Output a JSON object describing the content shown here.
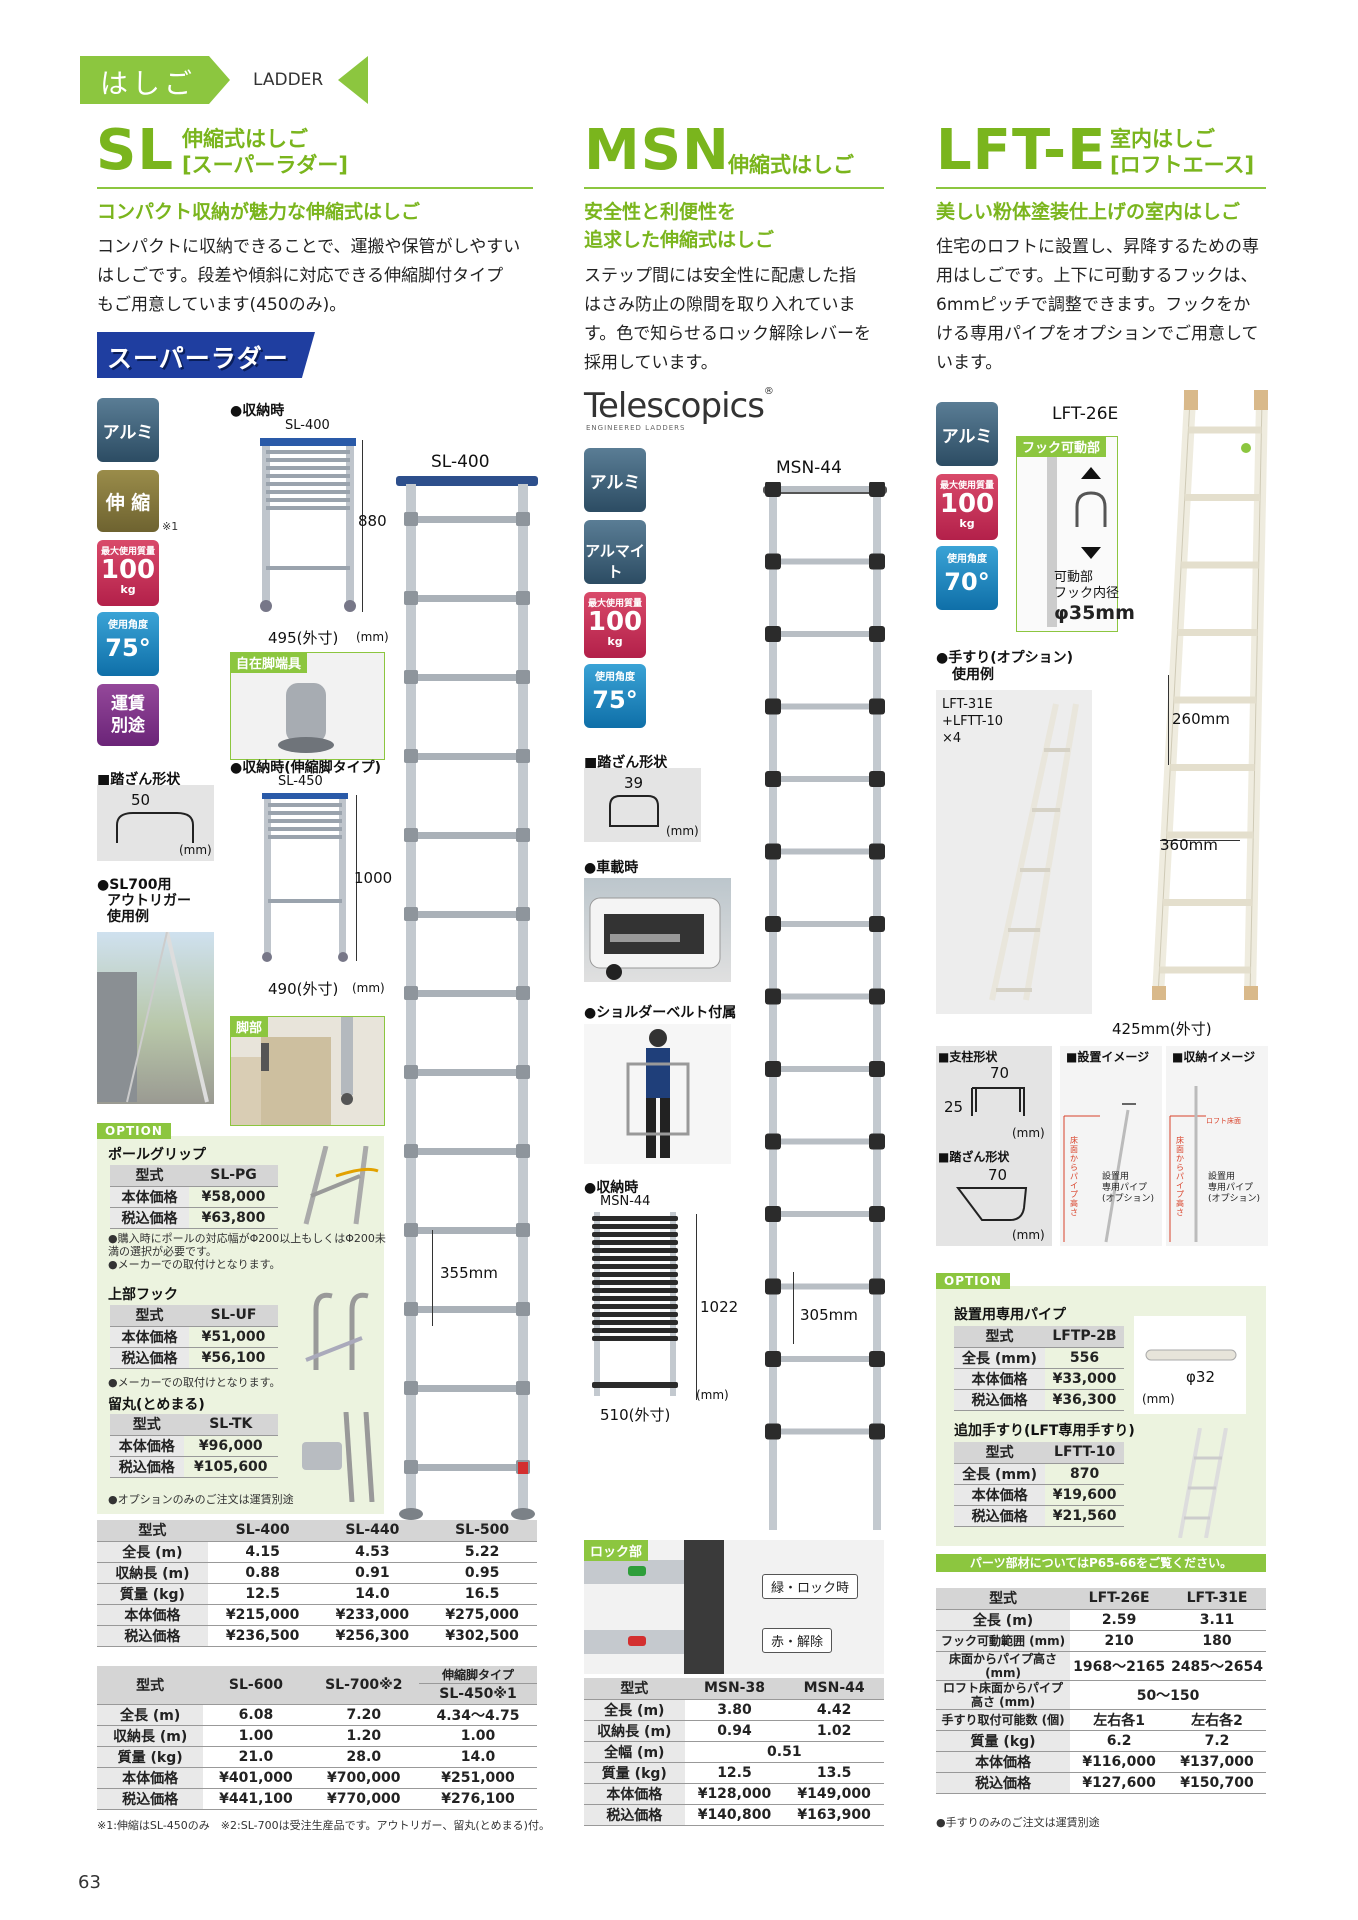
{
  "header": {
    "tab": "はしご",
    "en": "LADDER"
  },
  "sl": {
    "code": "SL",
    "sub1": "伸縮式はしご",
    "sub2": "[スーパーラダー]",
    "tagline": "コンパクト収納が魅力な伸縮式はしご",
    "body": [
      "コンパクトに収納できることで、運搬や保管がしやすい",
      "はしごです。段差や傾斜に対応できる伸縮脚付タイプ",
      "もご用意しています(450のみ)。"
    ],
    "logo": "スーパーラダー",
    "badges": {
      "alu": "アルミ",
      "telescope": "伸 縮",
      "note1": "※1",
      "max_label": "最大使用質量",
      "max_val": "100",
      "max_unit": "kg",
      "angle_label": "使用角度",
      "angle_val": "75°",
      "freight1": "運賃",
      "freight2": "別途"
    },
    "stored_label": "●収納時",
    "stored_model": "SL-400",
    "stored_h": "880",
    "stored_w": "495(外寸)",
    "mm": "(mm)",
    "caster": "自在脚端具",
    "stored2_label": "●収納時(伸縮脚タイプ)",
    "stored2_model": "SL-450",
    "stored2_h": "1000",
    "stored2_w": "490(外寸)",
    "foot": "脚部",
    "step_label": "■踏ざん形状",
    "step_w": "50",
    "sl700_1": "●SL700用",
    "sl700_2": "アウトリガー",
    "sl700_3": "使用例",
    "main_model": "SL-400",
    "pitch": "355mm",
    "option": {
      "label": "OPTION",
      "pg": {
        "title": "ポールグリップ",
        "rows": [
          [
            "型式",
            "SL-PG"
          ],
          [
            "本体価格",
            "¥58,000"
          ],
          [
            "税込価格",
            "¥63,800"
          ]
        ],
        "notes": [
          "●購入時にポールの対応幅がΦ200以上もしくはΦ200未",
          "満の選択が必要です。",
          "●メーカーでの取付けとなります。"
        ]
      },
      "uf": {
        "title": "上部フック",
        "rows": [
          [
            "型式",
            "SL-UF"
          ],
          [
            "本体価格",
            "¥51,000"
          ],
          [
            "税込価格",
            "¥56,100"
          ]
        ],
        "notes": [
          "●メーカーでの取付けとなります。"
        ]
      },
      "tk": {
        "title": "留丸(とめまる)",
        "rows": [
          [
            "型式",
            "SL-TK"
          ],
          [
            "本体価格",
            "¥96,000"
          ],
          [
            "税込価格",
            "¥105,600"
          ]
        ],
        "notes": [
          "●オプションのみのご注文は運賃別途"
        ]
      }
    },
    "table1": {
      "head": [
        "型式",
        "SL-400",
        "SL-440",
        "SL-500"
      ],
      "rows": [
        [
          "全長 (m)",
          "4.15",
          "4.53",
          "5.22"
        ],
        [
          "収納長 (m)",
          "0.88",
          "0.91",
          "0.95"
        ],
        [
          "質量 (kg)",
          "12.5",
          "14.0",
          "16.5"
        ],
        [
          "本体価格",
          "¥215,000",
          "¥233,000",
          "¥275,000"
        ],
        [
          "税込価格",
          "¥236,500",
          "¥256,300",
          "¥302,500"
        ]
      ]
    },
    "table2": {
      "head": [
        "型式",
        "SL-600",
        "SL-700※2",
        "伸縮脚タイプ",
        "SL-450※1"
      ],
      "rows": [
        [
          "全長 (m)",
          "6.08",
          "7.20",
          "4.34〜4.75"
        ],
        [
          "収納長 (m)",
          "1.00",
          "1.20",
          "1.00"
        ],
        [
          "質量 (kg)",
          "21.0",
          "28.0",
          "14.0"
        ],
        [
          "本体価格",
          "¥401,000",
          "¥700,000",
          "¥251,000"
        ],
        [
          "税込価格",
          "¥441,100",
          "¥770,000",
          "¥276,100"
        ]
      ]
    },
    "footnote": "※1:伸縮はSL-450のみ　※2:SL-700は受注生産品です。アウトリガー、留丸(とめまる)付。"
  },
  "msn": {
    "code": "MSN",
    "sub1": "伸縮式はしご",
    "tagline1": "安全性と利便性を",
    "tagline2": "追求した伸縮式はしご",
    "body": [
      "ステップ間には安全性に配慮した指",
      "はさみ防止の隙間を取り入れていま",
      "す。色で知らせるロック解除レバーを",
      "採用しています。"
    ],
    "logo": "Telescopics",
    "logo_sub": "ENGINEERED LADDERS",
    "reg": "®",
    "badges": {
      "alu": "アルミ",
      "alumite": "アルマイト",
      "max_label": "最大使用質量",
      "max_val": "100",
      "max_unit": "kg",
      "angle_label": "使用角度",
      "angle_val": "75°"
    },
    "main_model": "MSN-44",
    "step_label": "■踏ざん形状",
    "step_w": "39",
    "mm": "(mm)",
    "car": "●車載時",
    "shoulder": "●ショルダーベルト付属",
    "stored_label": "●収納時",
    "stored_model": "MSN-44",
    "stored_h": "1022",
    "stored_w": "510(外寸)",
    "pitch": "305mm",
    "lock": {
      "label": "ロック部",
      "green": "緑・ロック時",
      "red": "赤・解除"
    },
    "table": {
      "head": [
        "型式",
        "MSN-38",
        "MSN-44"
      ],
      "rows": [
        [
          "全長 (m)",
          "3.80",
          "4.42"
        ],
        [
          "収納長 (m)",
          "0.94",
          "1.02"
        ],
        [
          "全幅 (m)",
          "0.51"
        ],
        [
          "質量 (kg)",
          "12.5",
          "13.5"
        ],
        [
          "本体価格",
          "¥128,000",
          "¥149,000"
        ],
        [
          "税込価格",
          "¥140,800",
          "¥163,900"
        ]
      ]
    }
  },
  "lft": {
    "code": "LFT-E",
    "sub1": "室内はしご",
    "sub2": "[ロフトエース]",
    "tagline": "美しい粉体塗装仕上げの室内はしご",
    "body": [
      "住宅のロフトに設置し、昇降するための専",
      "用はしごです。上下に可動するフックは、",
      "6mmピッチで調整できます。フックをか",
      "ける専用パイプをオプションでご用意して",
      "います。"
    ],
    "badges": {
      "alu": "アルミ",
      "max_label": "最大使用質量",
      "max_val": "100",
      "max_unit": "kg",
      "angle_label": "使用角度",
      "angle_val": "70°"
    },
    "main_model": "LFT-26E",
    "hook_label": "フック可動部",
    "hook_txt1": "可動部",
    "hook_txt2": "フック内径",
    "hook_dia": "φ35mm",
    "rail_label1": "●手すり(オプション)",
    "rail_label2": "使用例",
    "rail_model1": "LFT-31E",
    "rail_model2": "+LFTT-10",
    "rail_model3": "×4",
    "dim260": "260mm",
    "dim360": "360mm",
    "dim425": "425mm(外寸)",
    "post_label": "■支柱形状",
    "post_w": "70",
    "post_h": "25",
    "step_label": "■踏ざん形状",
    "step_w": "70",
    "mm": "(mm)",
    "install": "■設置イメージ",
    "storage": "■収納イメージ",
    "pipe1": "設置用",
    "pipe2": "専用パイプ",
    "pipe3": "(オプション)",
    "vert": "床面からパイプ高さ",
    "loft": "ロフト床面",
    "option": {
      "label": "OPTION",
      "pipe": {
        "title": "設置用専用パイプ",
        "rows": [
          [
            "型式",
            "LFTP-2B"
          ],
          [
            "全長 (mm)",
            "556"
          ],
          [
            "本体価格",
            "¥33,000"
          ],
          [
            "税込価格",
            "¥36,300"
          ]
        ],
        "dia": "φ32",
        "mm": "(mm)"
      },
      "rail": {
        "title": "追加手すり(LFT専用手すり)",
        "rows": [
          [
            "型式",
            "LFTT-10"
          ],
          [
            "全長 (mm)",
            "870"
          ],
          [
            "本体価格",
            "¥19,600"
          ],
          [
            "税込価格",
            "¥21,560"
          ]
        ]
      }
    },
    "parts": "パーツ部材についてはP65-66をご覧ください。",
    "table": {
      "head": [
        "型式",
        "LFT-26E",
        "LFT-31E"
      ],
      "rows": [
        [
          "全長 (m)",
          "2.59",
          "3.11"
        ],
        [
          "フック可動範囲 (mm)",
          "210",
          "180"
        ],
        [
          "床面からパイプ高さ (mm)",
          "1968〜2165",
          "2485〜2654"
        ],
        [
          "ロフト床面からパイプ高さ (mm)",
          "50〜150"
        ],
        [
          "手すり取付可能数 (個)",
          "左右各1",
          "左右各2"
        ],
        [
          "質量 (kg)",
          "6.2",
          "7.2"
        ],
        [
          "本体価格",
          "¥116,000",
          "¥137,000"
        ],
        [
          "税込価格",
          "¥127,600",
          "¥150,700"
        ]
      ]
    },
    "footnote": "●手すりのみのご注文は運賃別途"
  },
  "page_number": "63",
  "colors": {
    "accent": "#8cc63f",
    "accent_text": "#7ab51d",
    "lock_green": "#2e9e3a",
    "lock_red": "#d32f2f",
    "alu_badge": "#3b5e76",
    "max_badge": "#c22e55",
    "angle_badge": "#1c86c3",
    "freight_badge": "#7a3486"
  }
}
